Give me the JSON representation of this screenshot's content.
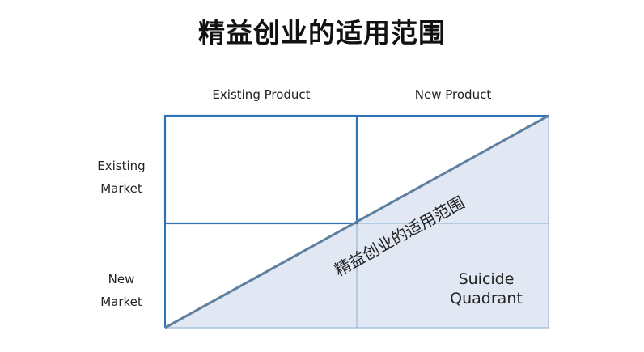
{
  "title": "精益创业的适用范围",
  "columns": {
    "existing_product": "Existing Product",
    "new_product": "New Product"
  },
  "rows": {
    "existing_market": [
      "Existing",
      "Market"
    ],
    "new_market": [
      "New",
      "Market"
    ]
  },
  "diagonal_label": "精益创业的适用范围",
  "quadrant_label": [
    "Suicide",
    "Quadrant"
  ],
  "colors": {
    "shade_fill": "#e1e8f3",
    "grid_line": "#9dbbd9",
    "box_line": "#2e73b6",
    "diagonal_line": "#5f7f9f"
  }
}
